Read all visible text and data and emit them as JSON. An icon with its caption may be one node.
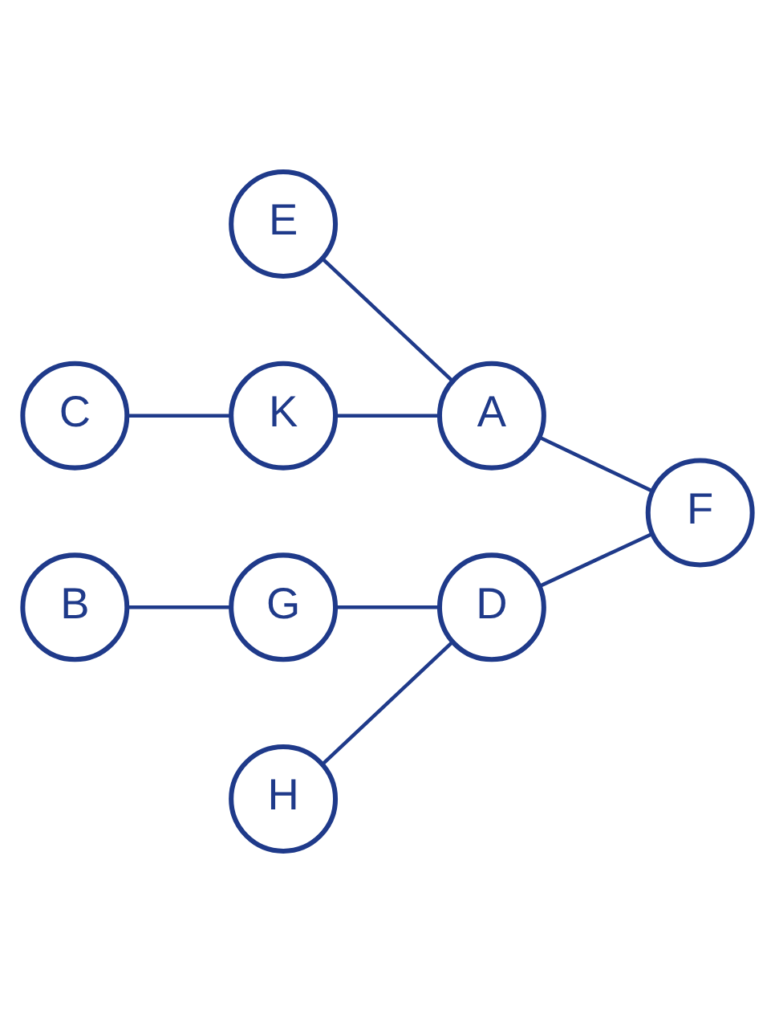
{
  "diagram": {
    "nodes": [
      {
        "text": [
          "E"
        ]
      },
      {
        "text": [
          "A"
        ]
      },
      {
        "text": [
          "C"
        ]
      },
      {
        "text": [
          "K"
        ]
      },
      {
        "text": [
          "F"
        ]
      },
      {
        "text": [
          "H"
        ]
      },
      {
        "text": [
          "D"
        ]
      },
      {
        "text": [
          "B"
        ]
      },
      {
        "text": [
          "G"
        ]
      }
    ],
    "edges": [
      {
        "from": 0,
        "to": 1,
        "arrow": "none"
      },
      {
        "from": 2,
        "to": 3,
        "arrow": "none"
      },
      {
        "from": 3,
        "to": 1,
        "arrow": "none"
      },
      {
        "from": 1,
        "to": 4,
        "arrow": "none"
      },
      {
        "from": 5,
        "to": 6,
        "arrow": "none"
      },
      {
        "from": 6,
        "to": 4,
        "arrow": "none"
      },
      {
        "from": 7,
        "to": 8,
        "arrow": "none"
      },
      {
        "from": 8,
        "to": 6,
        "arrow": "none"
      }
    ]
  }
}
